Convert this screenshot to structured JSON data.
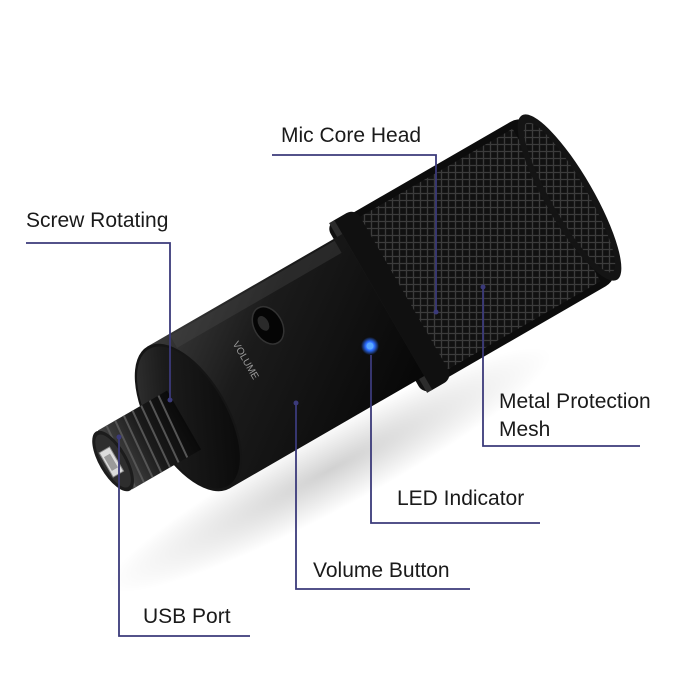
{
  "callouts": {
    "mic_core_head": "Mic Core Head",
    "screw_rotating": "Screw Rotating",
    "metal_protection_mesh_line1": "Metal Protection",
    "metal_protection_mesh_line2": "Mesh",
    "led_indicator": "LED Indicator",
    "volume_button": "Volume Button",
    "usb_port": "USB Port"
  },
  "device": {
    "knob_text": "VOLUME"
  },
  "colors": {
    "leader_line": "#3b3a7a",
    "led": "#2a6cff",
    "body": "#141414",
    "label_text": "#1a1a1a"
  }
}
